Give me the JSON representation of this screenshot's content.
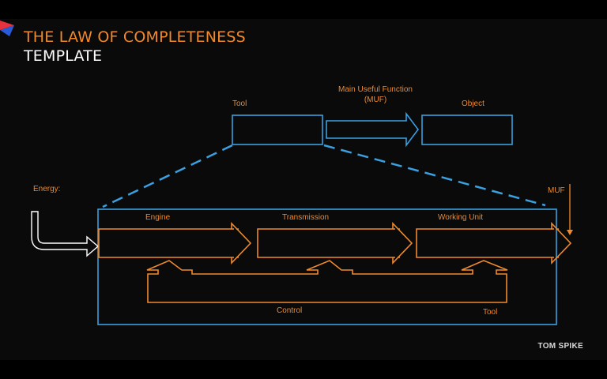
{
  "header": {
    "title": "THE LAW OF COMPLETENESS",
    "subtitle": "TEMPLATE"
  },
  "colors": {
    "accent_orange": "#f0892a",
    "line_blue": "#3aa0e0",
    "background": "#0a0a0a",
    "white": "#ffffff"
  },
  "top": {
    "tool_label": "Tool",
    "muf_label_line1": "Main Useful Function",
    "muf_label_line2": "(MUF)",
    "object_label": "Object"
  },
  "system": {
    "energy_label": "Energy:",
    "muf_label": "MUF",
    "engine_label": "Engine",
    "transmission_label": "Transmission",
    "working_unit_label": "Working Unit",
    "control_label": "Control",
    "tool_label": "Tool"
  },
  "footer": {
    "brand": "TOM SPIKE"
  }
}
